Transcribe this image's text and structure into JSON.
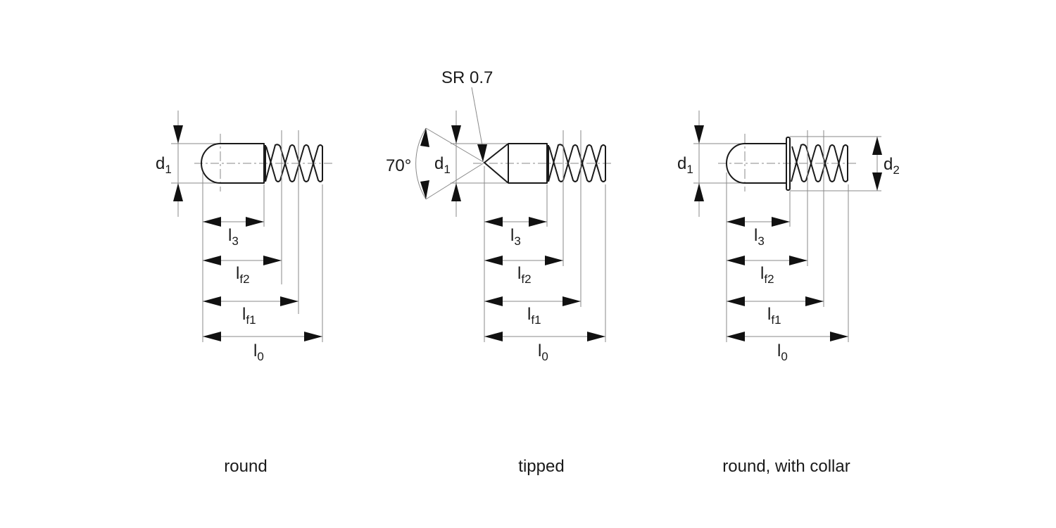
{
  "drawings": [
    {
      "caption": "round",
      "labels": {
        "d1_main": "d",
        "d1_sub": "1",
        "l3_main": "l",
        "l3_sub": "3",
        "lf2_main": "l",
        "lf2_sub": "f2",
        "lf1_main": "l",
        "lf1_sub": "f1",
        "l0_main": "l",
        "l0_sub": "0"
      }
    },
    {
      "caption": "tipped",
      "annotation": "SR 0.7",
      "angle": "70°",
      "labels": {
        "d1_main": "d",
        "d1_sub": "1",
        "l3_main": "l",
        "l3_sub": "3",
        "lf2_main": "l",
        "lf2_sub": "f2",
        "lf1_main": "l",
        "lf1_sub": "f1",
        "l0_main": "l",
        "l0_sub": "0"
      }
    },
    {
      "caption": "round, with collar",
      "labels": {
        "d1_main": "d",
        "d1_sub": "1",
        "d2_main": "d",
        "d2_sub": "2",
        "l3_main": "l",
        "l3_sub": "3",
        "lf2_main": "l",
        "lf2_sub": "f2",
        "lf1_main": "l",
        "lf1_sub": "f1",
        "l0_main": "l",
        "l0_sub": "0"
      }
    }
  ]
}
